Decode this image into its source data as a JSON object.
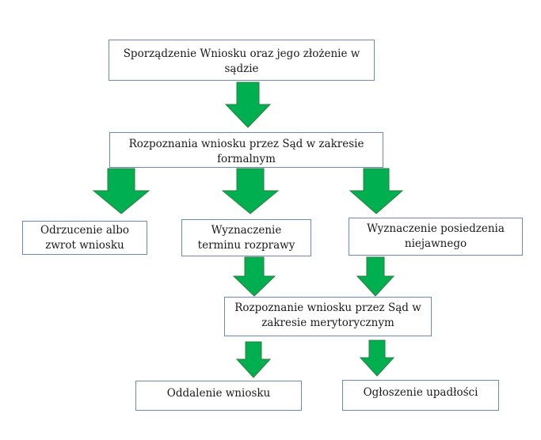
{
  "colors": {
    "box_border": "#6a8bb3",
    "arrow_fill": "#00b050",
    "arrow_stroke": "#2e7d3e"
  },
  "boxes": {
    "box1": "Sporządzenie Wniosku oraz jego złożenie w sądzie",
    "box2": "Rozpoznania wniosku przez Sąd w zakresie formalnym",
    "box3": "Odrzucenie albo zwrot wniosku",
    "box4": "Wyznaczenie terminu rozprawy",
    "box5": "Wyznaczenie posiedzenia niejawnego",
    "box6": "Rozpoznanie wniosku przez Sąd w zakresie merytorycznym",
    "box7": "Oddalenie wniosku",
    "box8": "Ogłoszenie upadłości"
  }
}
